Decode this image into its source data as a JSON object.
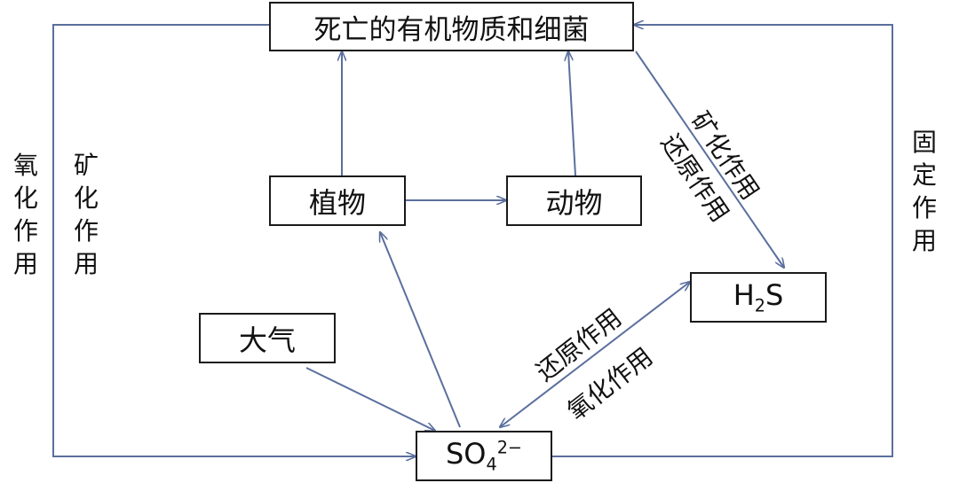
{
  "nodes": {
    "dead_matter": "死亡的有机物质和细菌",
    "plants": "植物",
    "animals": "动物",
    "atmosphere": "大气",
    "h2s": {
      "base1": "H",
      "sub": "2",
      "base2": "S"
    },
    "sulfate": {
      "base": "SO",
      "sub": "4",
      "sup": "2−"
    }
  },
  "labels": {
    "left_oxidation": [
      "氧",
      "化",
      "作",
      "用"
    ],
    "left_mineralization": [
      "矿",
      "化",
      "作",
      "用"
    ],
    "right_fixation": [
      "固",
      "定",
      "作",
      "用"
    ],
    "diag_mineralization": "矿化作用",
    "diag_reduction_upper": "还原作用",
    "diag_reduction_lower": "还原作用",
    "diag_oxidation_lower": "氧化作用"
  },
  "colors": {
    "arrow": "#5b6f9e",
    "box_border": "#1a1a1a"
  }
}
